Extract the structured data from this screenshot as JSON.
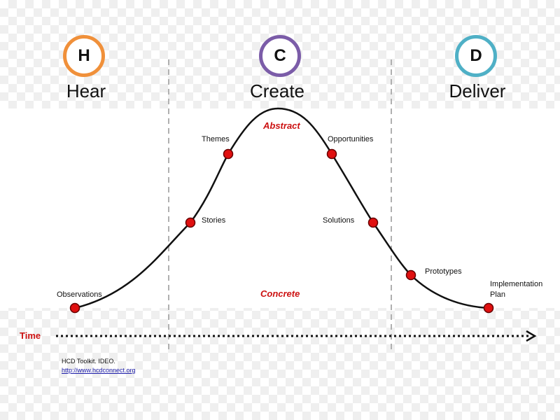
{
  "phases": [
    {
      "letter": "H",
      "title": "Hear",
      "color": "#f0903a"
    },
    {
      "letter": "C",
      "title": "Create",
      "color": "#7b5ca8"
    },
    {
      "letter": "D",
      "title": "Deliver",
      "color": "#4fb0c6"
    }
  ],
  "zones": {
    "abstract": "Abstract",
    "concrete": "Concrete"
  },
  "points": [
    "Observations",
    "Stories",
    "Themes",
    "Opportunities",
    "Solutions",
    "Prototypes",
    "Implementation Plan"
  ],
  "time_label": "Time",
  "credit": {
    "line1": "HCD Toolkit. IDEO.",
    "link": "http://www.hcdconnect.org"
  },
  "colors": {
    "curve": "#111111",
    "point": "#e01010",
    "divider": "#b0b0b0",
    "accent": "#cc1111"
  }
}
